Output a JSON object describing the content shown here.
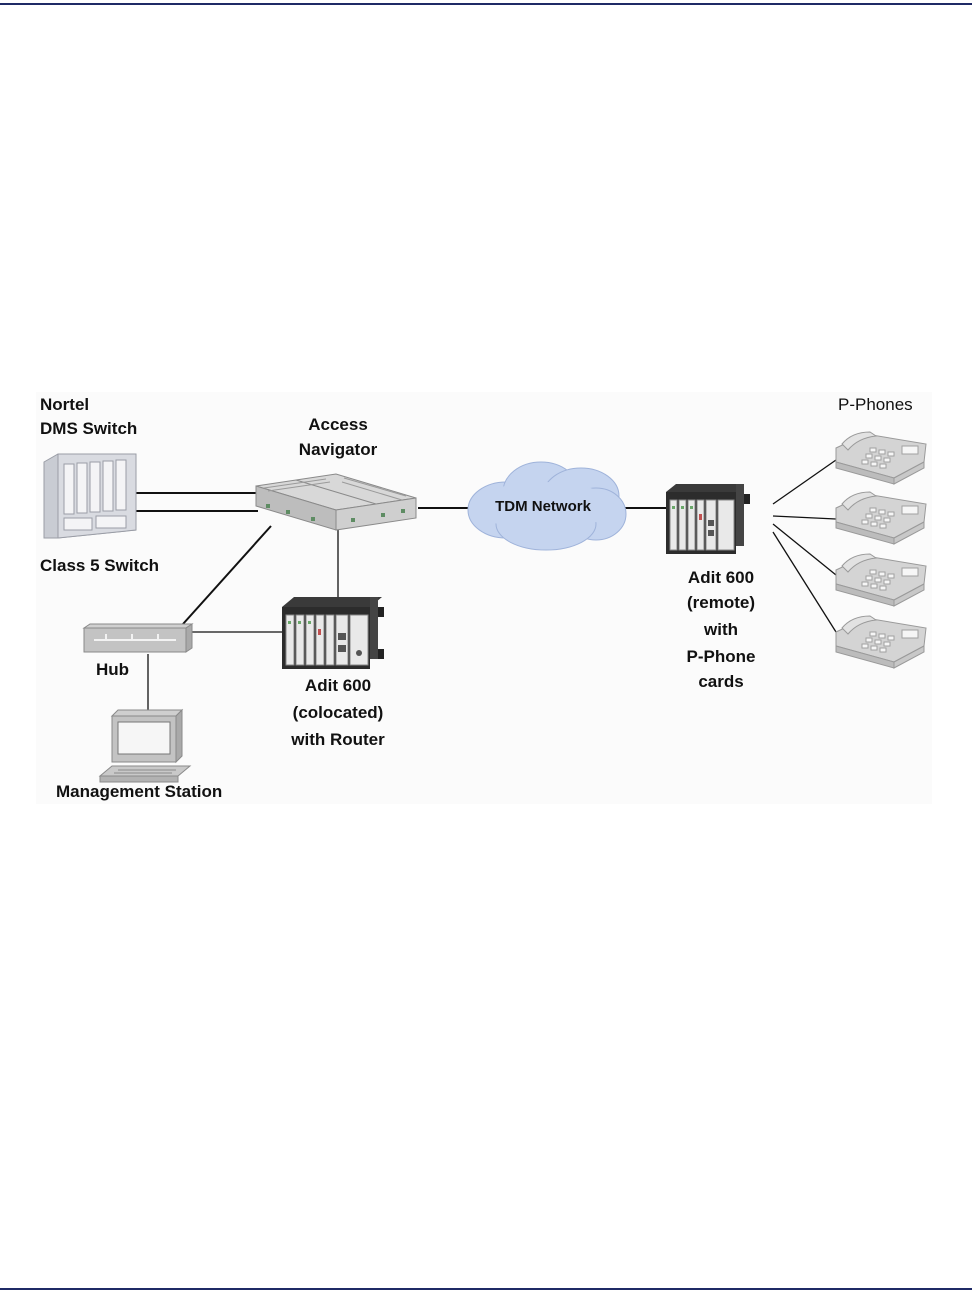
{
  "colors": {
    "rule": "#1f2a66",
    "device_face": "#e6e6e6",
    "device_dark": "#2a2a2a",
    "cloud": "#c5d4ef",
    "cloud_edge": "#9fb3da",
    "line": "#111111",
    "figure_bg": "#fbfbfb"
  },
  "diagram": {
    "nodes": {
      "nortel": {
        "label_top_1": "Nortel",
        "label_top_2": "DMS Switch",
        "label_bottom": "Class 5 Switch",
        "icon": "class5-switch-icon"
      },
      "navigator": {
        "label_1": "Access",
        "label_2": "Navigator",
        "icon": "access-navigator-icon"
      },
      "cloud": {
        "label": "TDM Network",
        "icon": "cloud-icon"
      },
      "adit_remote": {
        "label_1": "Adit 600",
        "label_2": "(remote)",
        "label_3": "with",
        "label_4": "P-Phone",
        "label_5": "cards",
        "icon": "adit-chassis-icon"
      },
      "phones": {
        "label": "P-Phones",
        "icon": "telephone-icon"
      },
      "hub": {
        "label": "Hub",
        "icon": "hub-icon"
      },
      "adit_local": {
        "label_1": "Adit 600",
        "label_2": "(colocated)",
        "label_3": "with Router",
        "icon": "adit-chassis-icon"
      },
      "station": {
        "label": "Management Station",
        "icon": "computer-icon"
      }
    }
  }
}
